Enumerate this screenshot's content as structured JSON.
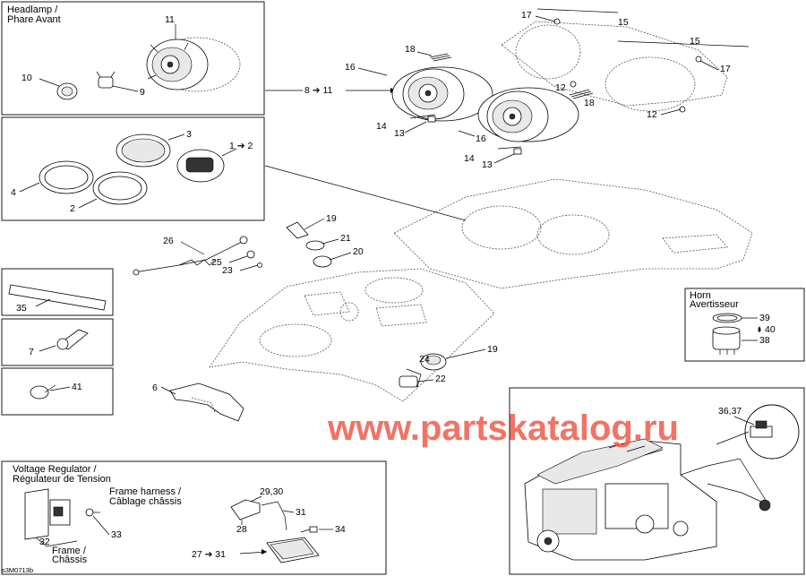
{
  "boxes": {
    "headlamp": {
      "title_en": "Headlamp /",
      "title_fr": "Phare Avant"
    },
    "horn": {
      "title_en": "Horn",
      "title_fr": "Avertisseur"
    },
    "regulator": {
      "title_en": "Voltage Regulator /",
      "title_fr": "Régulateur de Tension"
    }
  },
  "captions": {
    "frame_harness_en": "Frame harness /",
    "frame_harness_fr": "Câblage châssis",
    "frame_en": "Frame /",
    "frame_fr": "Châssis"
  },
  "callouts": {
    "c1": "11",
    "c2": "10",
    "c3": "9",
    "c4": "8 ➔ 11",
    "c5": "17",
    "c6": "15",
    "c7": "18",
    "c8": "16",
    "c9": "15",
    "c10": "17",
    "c11": "12",
    "c12": "18",
    "c13": "12",
    "c14": "14",
    "c15": "13",
    "c16": "16",
    "c17": "14",
    "c18": "13",
    "c19": "3",
    "c20": "1 ➔ 2",
    "c21": "4",
    "c22": "2",
    "c23": "19",
    "c24": "26",
    "c25": "21",
    "c26": "25",
    "c27": "20",
    "c28": "23",
    "c29": "35",
    "c30": "7",
    "c31": "41",
    "c32": "6",
    "c33": "19",
    "c34": "24",
    "c35": "22",
    "c36": "39",
    "c37": "40",
    "c38": "38",
    "c39": "36,37",
    "c40": "33",
    "c41": "32",
    "c42": "29,30",
    "c43": "28",
    "c44": "31",
    "c45": "34",
    "c46": "27 ➔ 31"
  },
  "watermark": "www.partskatalog.ru",
  "drawing_code": "s3M0713b"
}
